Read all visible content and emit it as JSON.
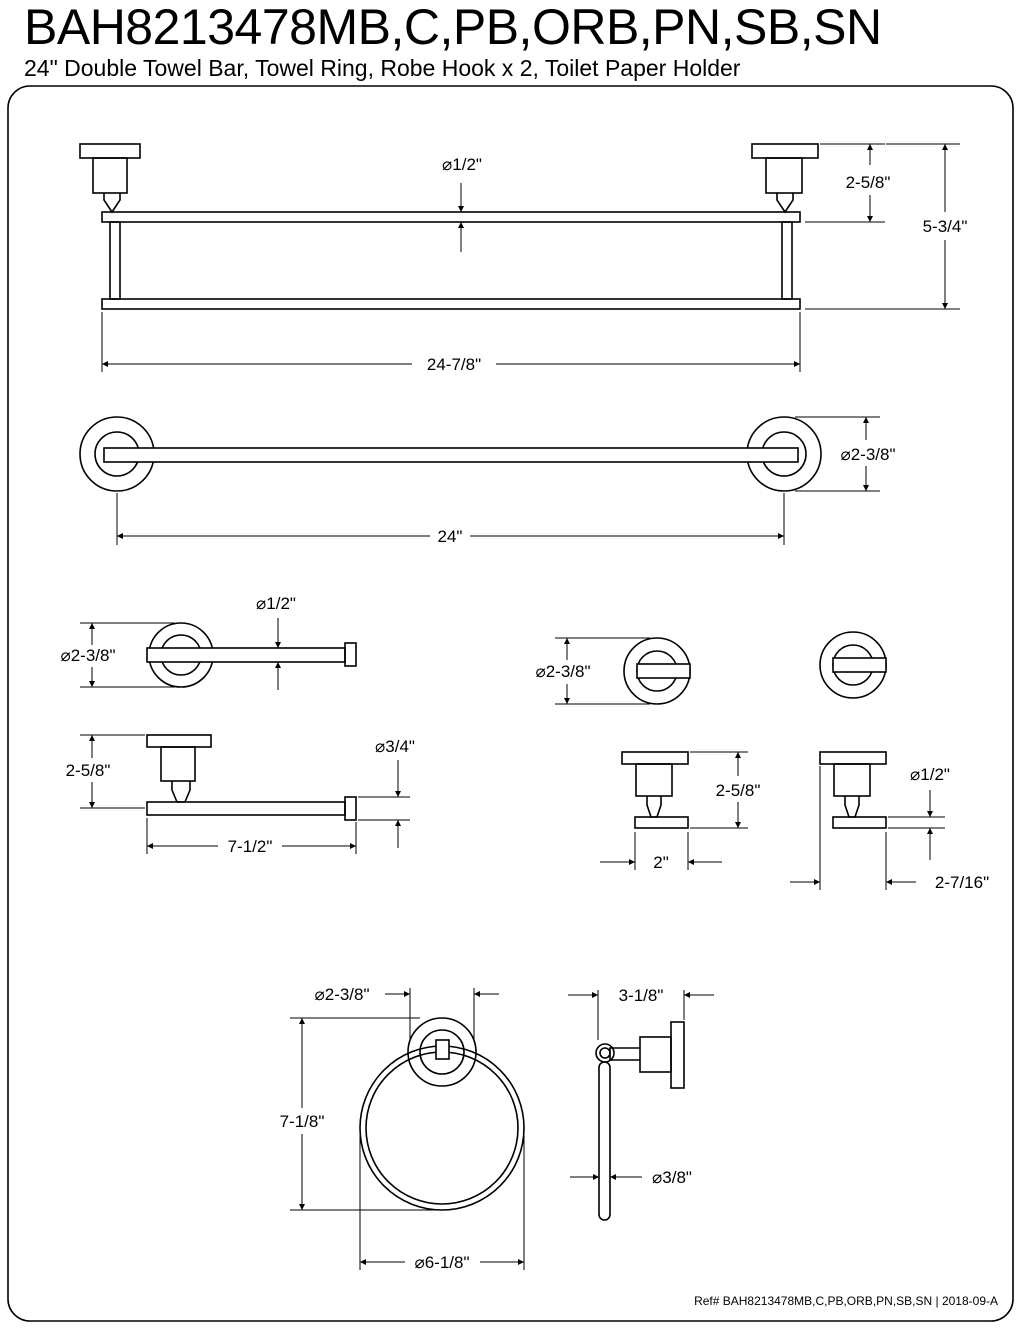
{
  "header": {
    "title": "BAH8213478MB,C,PB,ORB,PN,SB,SN",
    "subtitle": "24\" Double Towel Bar, Towel Ring, Robe Hook x 2, Toilet Paper Holder"
  },
  "footer": {
    "ref": "Ref# BAH8213478MB,C,PB,ORB,PN,SB,SN | 2018-09-A"
  },
  "dimensions": {
    "double_bar_tube_dia": "⌀1/2\"",
    "double_bar_projection": "2-5/8\"",
    "double_bar_height": "5-3/4\"",
    "double_bar_length": "24-7/8\"",
    "towel_bar_flange_dia": "⌀2-3/8\"",
    "towel_bar_center": "24\"",
    "tp_tube_dia": "⌀1/2\"",
    "tp_flange_dia": "⌀2-3/8\"",
    "tp_projection": "2-5/8\"",
    "tp_end_dia": "⌀3/4\"",
    "tp_length": "7-1/2\"",
    "hook_flange_dia": "⌀2-3/8\"",
    "hook_projection": "2-5/8\"",
    "hook_width": "2\"",
    "hook_arm_dia": "⌀1/2\"",
    "hook_depth": "2-7/16\"",
    "ring_flange_dia": "⌀2-3/8\"",
    "ring_height": "7-1/8\"",
    "ring_dia": "⌀6-1/8\"",
    "ring_projection": "3-1/8\"",
    "ring_rod_dia": "⌀3/8\""
  }
}
